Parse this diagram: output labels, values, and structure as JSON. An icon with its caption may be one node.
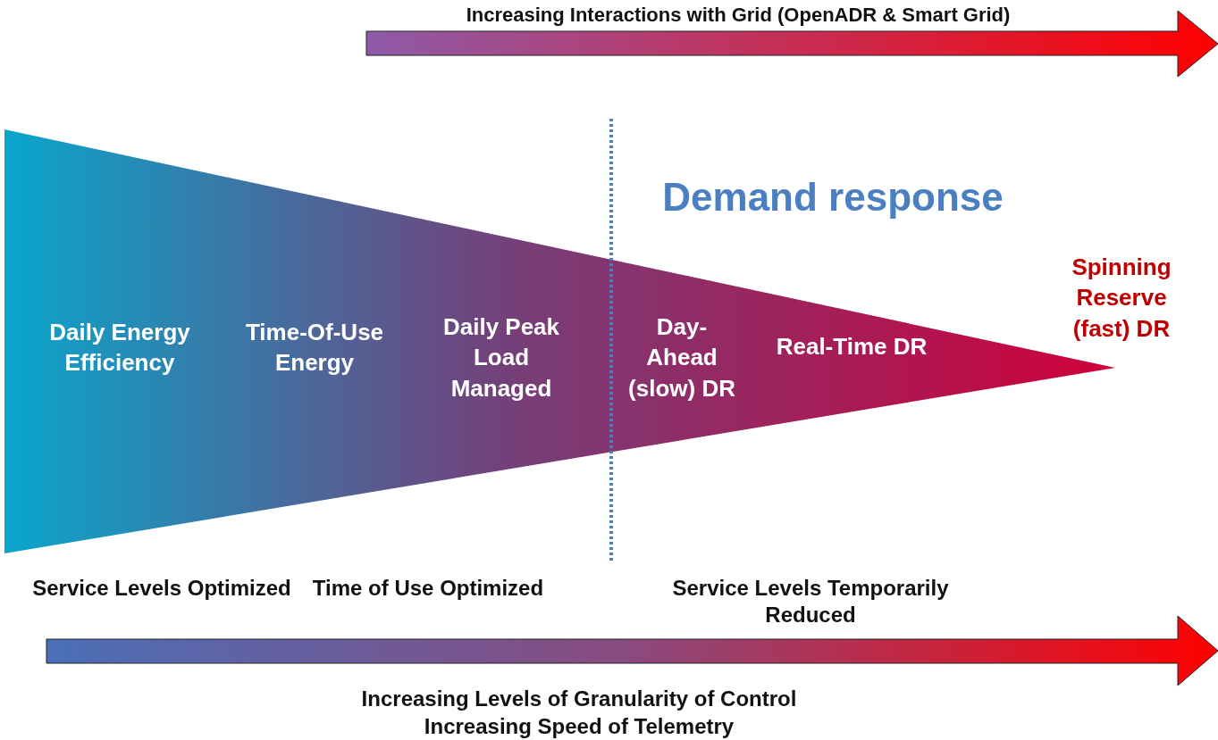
{
  "diagram": {
    "nodes": [
      {
        "text": [
          "Daily Energy Efficiency",
          "Time-Of-Use Energy",
          "Daily Peak Load Managed",
          "Day-Ahead (slow) DR",
          "Real-Time DR"
        ],
        "beside": [
          "Spinning Reserve (fast) DR"
        ]
      }
    ],
    "edges": [],
    "labels": [
      "Increasing Interactions with Grid (OpenADR & Smart Grid)",
      "Demand response",
      "Service Levels Optimized",
      "Time of Use Optimized",
      "Service Levels Temporarily Reduced",
      "Increasing Levels of Granularity of Control",
      "Increasing Speed of Telemetry"
    ]
  }
}
